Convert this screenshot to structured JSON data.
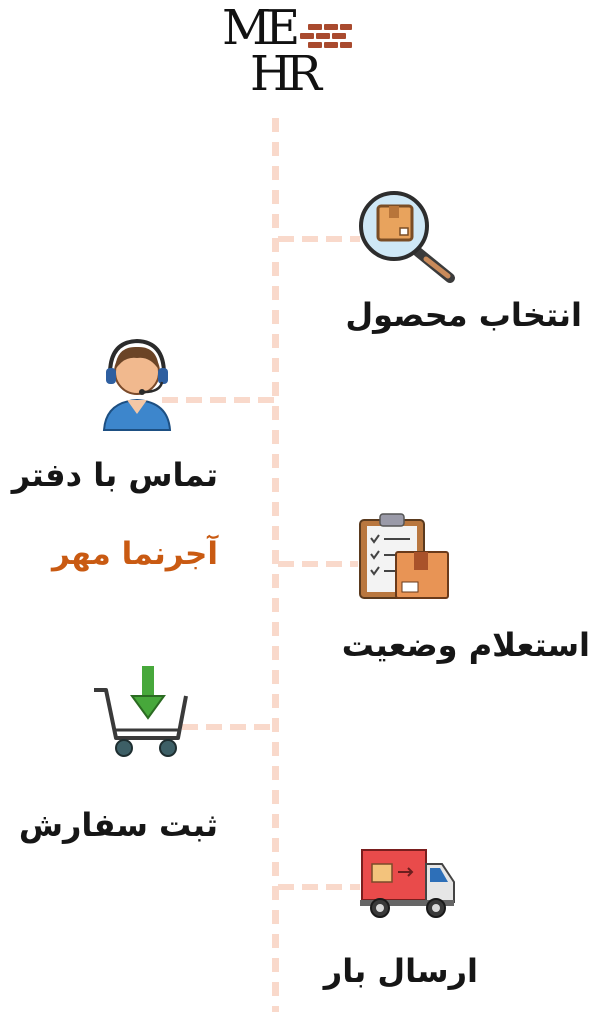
{
  "logo": {
    "top": "ME",
    "bottom": "HR"
  },
  "steps": [
    {
      "label": "انتخاب محصول",
      "icon": "magnifier-box-icon"
    },
    {
      "label": "تماس با دفتر",
      "sub": "آجرنما مهر",
      "icon": "support-agent-icon"
    },
    {
      "label": "استعلام وضعیت",
      "icon": "clipboard-box-icon"
    },
    {
      "label": "ثبت سفارش",
      "icon": "cart-add-icon"
    },
    {
      "label": "ارسال بار",
      "icon": "delivery-truck-icon"
    }
  ],
  "colors": {
    "accent": "#c95a12",
    "timeline": "#f9d9cb"
  }
}
